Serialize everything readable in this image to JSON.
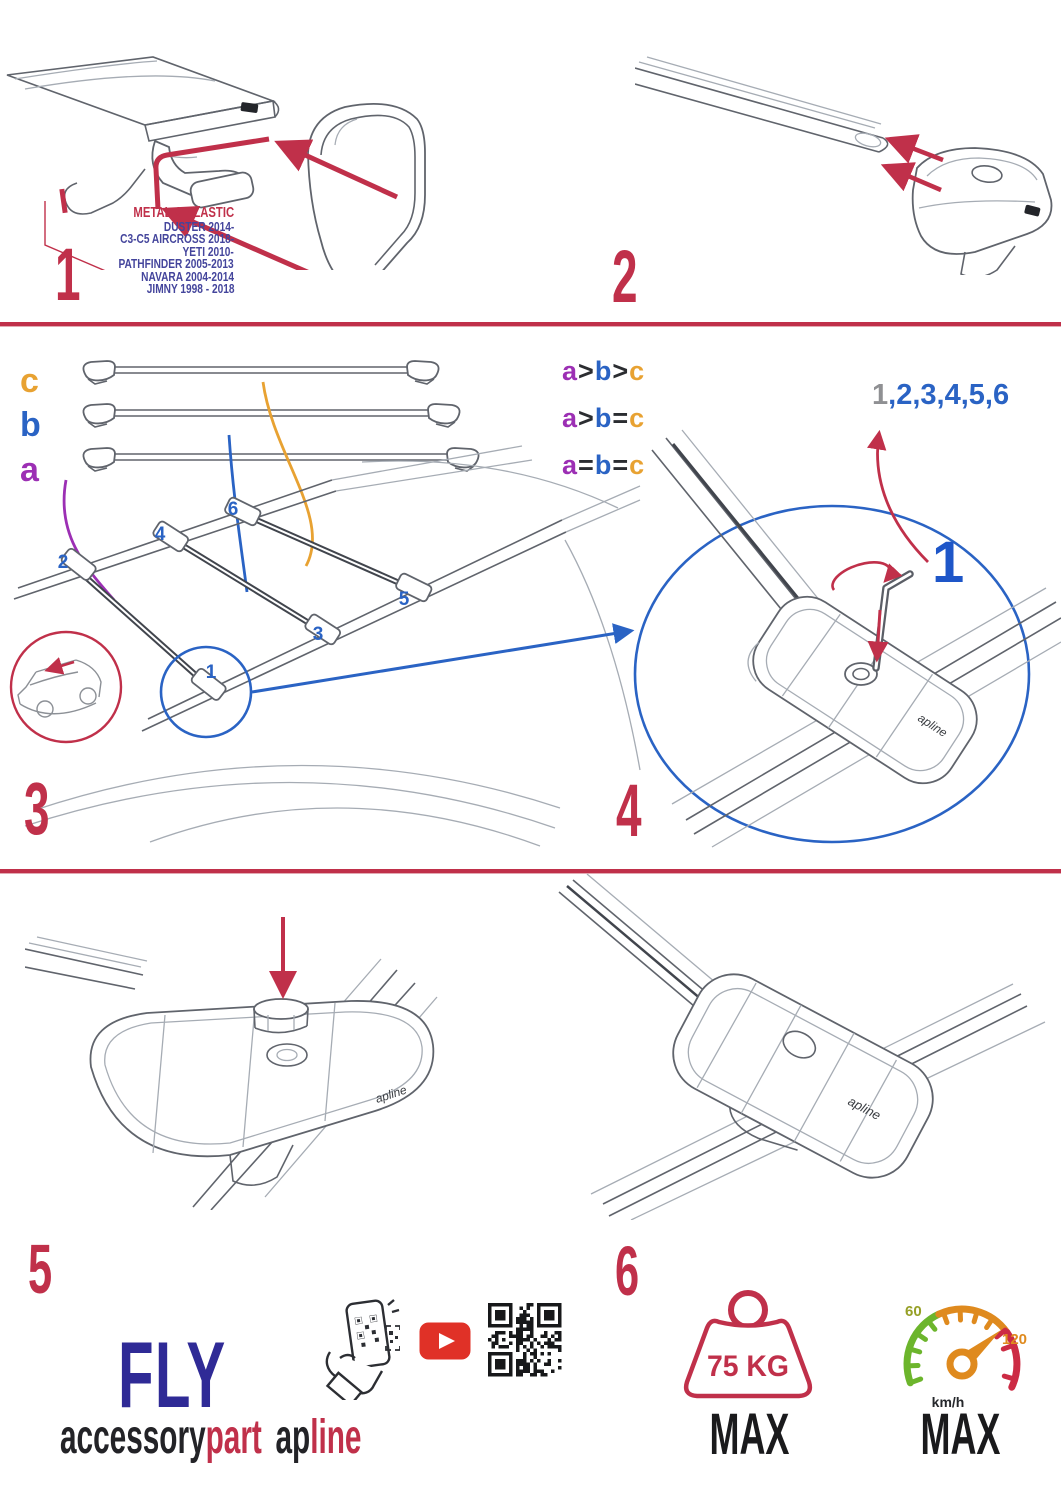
{
  "palette": {
    "accent_red": "#C0304A",
    "blue": "#2A63C4",
    "deep_blue": "#1E56C8",
    "purple": "#9C2FB4",
    "orange": "#E8A232",
    "navy_text": "#44459C",
    "brand_navy": "#2F2A96",
    "gauge_green": "#6CB52C",
    "gauge_orange": "#DF8A1E",
    "gauge_red": "#CC2B44"
  },
  "step_numbers": [
    "1",
    "2",
    "3",
    "4",
    "5",
    "6"
  ],
  "step1": {
    "material_heading": "METAL & PLASTIC",
    "vehicle_models": [
      "DUSTER 2014-",
      "C3-C5 AIRCROSS 2018-",
      "YETI 2010-",
      "PATHFINDER 2005-2013",
      "NAVARA 2004-2014",
      "JIMNY 1998 - 2018"
    ]
  },
  "step3": {
    "bar_labels": {
      "a": "a",
      "b": "b",
      "c": "c"
    },
    "formulas": [
      {
        "a": "a",
        "o1": ">",
        "b": "b",
        "o2": ">",
        "c": "c"
      },
      {
        "a": "a",
        "o1": ">",
        "b": "b",
        "o2": "=",
        "c": "c"
      },
      {
        "a": "a",
        "o1": "=",
        "b": "b",
        "o2": "=",
        "c": "c"
      }
    ],
    "positions": [
      "1",
      "2",
      "3",
      "4",
      "5",
      "6"
    ]
  },
  "step4": {
    "order_first": "1",
    "order_rest": ",2,3,4,5,6",
    "callout_number": "1"
  },
  "limits": {
    "weight_value": "75 KG",
    "weight_max_label": "MAX",
    "speed_low": "60",
    "speed_high": "120",
    "speed_unit": "km/h",
    "speed_max_label": "MAX"
  },
  "footer": {
    "series_name": "FLY",
    "brand_word_1": "accessory",
    "brand_word_2": "part",
    "brand2_word_1": "ap",
    "brand2_word_2": "line"
  },
  "brand_mark": "apline"
}
